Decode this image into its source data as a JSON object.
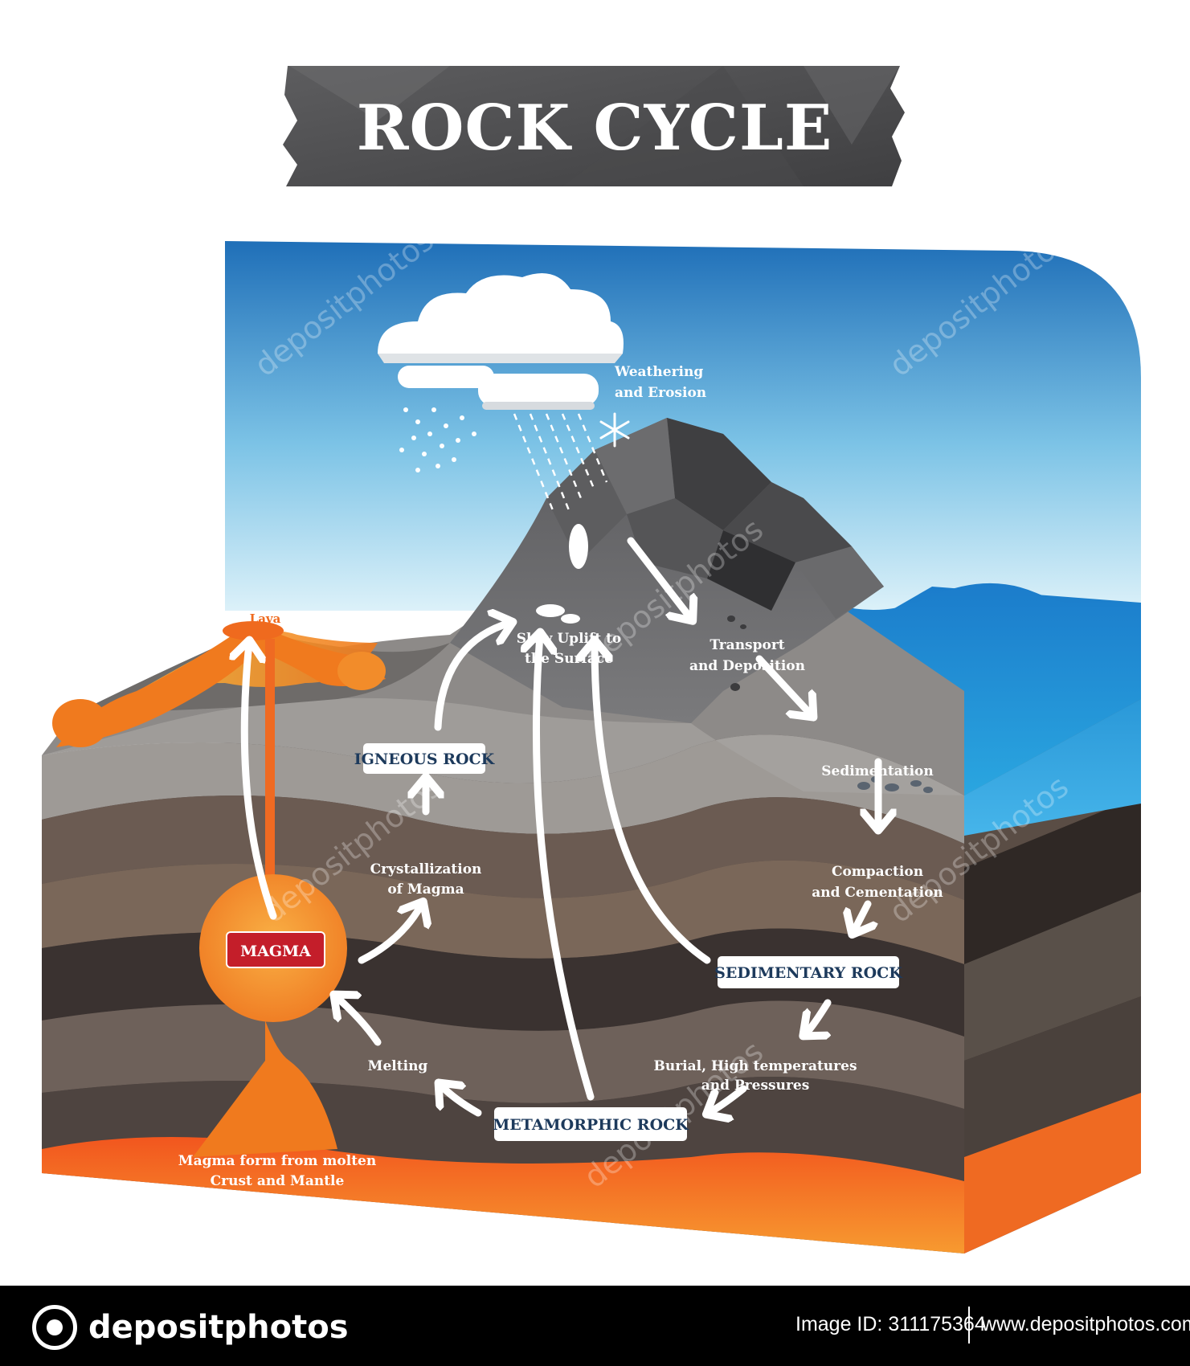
{
  "title": "ROCK CYCLE",
  "labels": {
    "weathering": [
      "Weathering",
      "and Erosion"
    ],
    "lava": "Lava",
    "uplift": [
      "Slow Uplift to",
      "the Surface"
    ],
    "transport": [
      "Transport",
      "and Deposition"
    ],
    "sedimentation": "Sedimentation",
    "compaction": [
      "Compaction",
      "and Cementation"
    ],
    "crystallization": [
      "Crystallization",
      "of Magma"
    ],
    "burial": [
      "Burial, High temperatures",
      "and Pressures"
    ],
    "melting": "Melting",
    "magma_source": [
      "Magma form from molten",
      "Crust and Mantle"
    ]
  },
  "boxes": {
    "igneous": "IGNEOUS ROCK",
    "magma": "MAGMA",
    "sedimentary": "SEDIMENTARY ROCK",
    "metamorphic": "METAMORPHIC ROCK"
  },
  "watermark": "depositphotos",
  "footer": {
    "brand": "depositphotos",
    "image_id": "Image ID: 311175364",
    "site": "www.depositphotos.com"
  },
  "colors": {
    "sky_top": "#1f6fb8",
    "sky_bottom": "#cfeaf6",
    "water": "#1a86d0",
    "lava": "#f07a1e",
    "magma": "#f39a2b",
    "box_red": "#c41e2a",
    "title_box": "#555555"
  }
}
